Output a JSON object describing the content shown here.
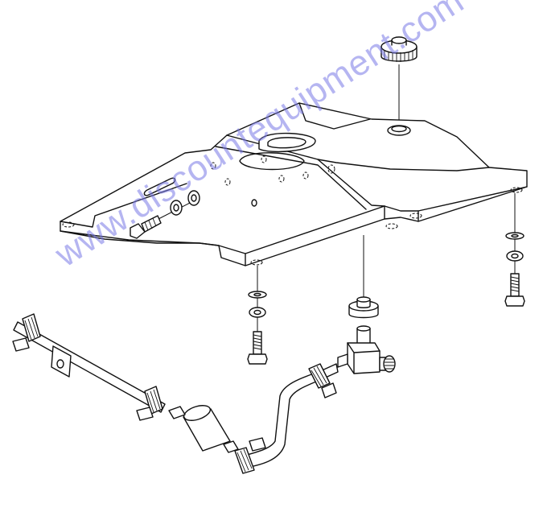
{
  "watermark": {
    "text": "www.discountequipment.com",
    "color": "#7878e6"
  },
  "diagram": {
    "parts": [
      "filler-cap",
      "fuel-tank",
      "tank-mount-hole",
      "fuel-shutoff-valve",
      "fuel-filter",
      "fuel-line-front",
      "fuel-line-rear",
      "hose-clamp",
      "mounting-bolt",
      "flat-washer",
      "lock-washer",
      "rubber-grommet"
    ]
  }
}
